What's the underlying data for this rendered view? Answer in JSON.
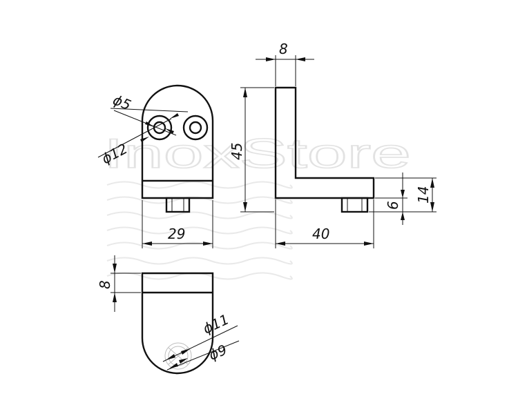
{
  "watermark": {
    "text": "InoxStore"
  },
  "dimensions": {
    "front_hole_dia": "ϕ5",
    "front_outer_dia": "ϕ12",
    "front_width": "29",
    "side_thickness": "8",
    "side_height": "45",
    "side_length": "40",
    "side_foot_height": "6",
    "side_step_height": "14",
    "top_depth": "8",
    "top_outer_dia": "ϕ11",
    "top_inner_dia": "ϕ9"
  },
  "colors": {
    "line": "#111111",
    "watermark": "#e2e2e2",
    "background": "#ffffff"
  }
}
